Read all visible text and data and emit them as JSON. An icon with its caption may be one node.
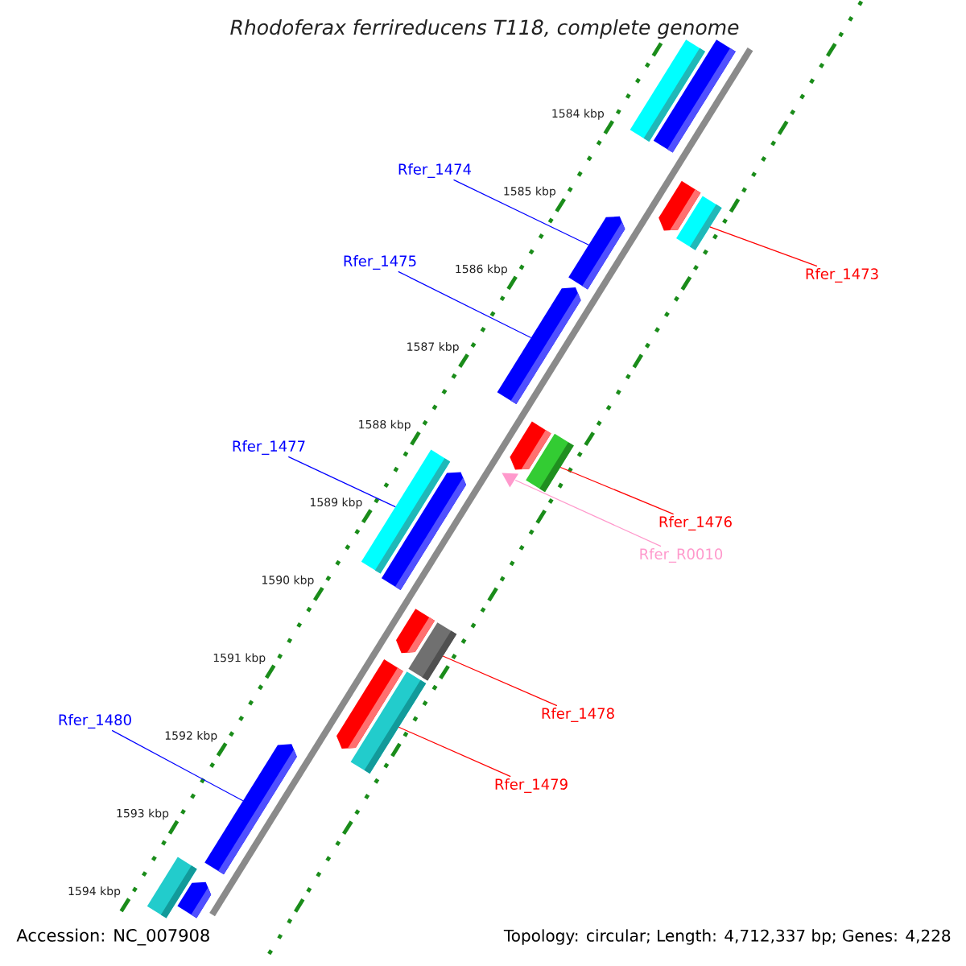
{
  "diagram": {
    "title": "Rhodoferax ferrireducens T118, complete genome",
    "nodes": [
      {
        "text": [],
        "shape": "bar"
      },
      {
        "text": [],
        "shape": "bar"
      },
      {
        "text": [
          "Rfer_1474"
        ]
      },
      {
        "text": [],
        "shape": "bar"
      },
      {
        "text": [],
        "shape": "bar"
      },
      {
        "text": [],
        "shape": "bar"
      },
      {
        "text": [
          "Rfer_1475"
        ]
      },
      {
        "text": [
          "Rfer_1473"
        ]
      },
      {
        "text": [],
        "shape": "bar"
      },
      {
        "text": [],
        "shape": "bar"
      },
      {
        "text": [],
        "shape": "bar"
      },
      {
        "text": [
          "Rfer_1477"
        ]
      },
      {
        "text": [],
        "shape": "bar"
      },
      {
        "text": [],
        "shape": "bar"
      },
      {
        "text": [],
        "shape": "triangle"
      },
      {
        "text": [
          "Rfer_1476"
        ]
      },
      {
        "text": [
          "Rfer_R0010"
        ]
      },
      {
        "text": [],
        "shape": "bar"
      },
      {
        "text": [],
        "shape": "bar"
      },
      {
        "text": [],
        "shape": "bar"
      },
      {
        "text": [],
        "shape": "bar"
      },
      {
        "text": [
          "Rfer_1478"
        ]
      },
      {
        "text": [
          "Rfer_1480"
        ]
      },
      {
        "text": [],
        "shape": "bar"
      },
      {
        "text": [
          "Rfer_1479"
        ]
      },
      {
        "text": [],
        "shape": "bar"
      },
      {
        "text": [],
        "shape": "bar"
      }
    ],
    "edges": [
      {
        "from": 2,
        "to": 5,
        "arrow": "none",
        "color": "#0000ff"
      },
      {
        "from": 6,
        "to": 8,
        "arrow": "none",
        "color": "#0000ff"
      },
      {
        "from": 7,
        "to": 4,
        "arrow": "none",
        "color": "#ff0000"
      },
      {
        "from": 11,
        "to": 12,
        "arrow": "none",
        "color": "#0000ff"
      },
      {
        "from": 15,
        "to": 10,
        "arrow": "none",
        "color": "#ff0000"
      },
      {
        "from": 16,
        "to": 14,
        "arrow": "none",
        "color": "#ff99cc"
      },
      {
        "from": 21,
        "to": 18,
        "arrow": "none",
        "color": "#ff0000"
      },
      {
        "from": 22,
        "to": 23,
        "arrow": "none",
        "color": "#0000ff"
      },
      {
        "from": 24,
        "to": 20,
        "arrow": "none",
        "color": "#ff0000"
      }
    ],
    "labels": [
      "1584 kbp",
      "1585 kbp",
      "1586 kbp",
      "1587 kbp",
      "1588 kbp",
      "1589 kbp",
      "1590 kbp",
      "1591 kbp",
      "1592 kbp",
      "1593 kbp",
      "1594 kbp",
      "Accession: NC_007908",
      "Topology: circular; Length: 4,712,337 bp; Genes: 4,228"
    ]
  }
}
